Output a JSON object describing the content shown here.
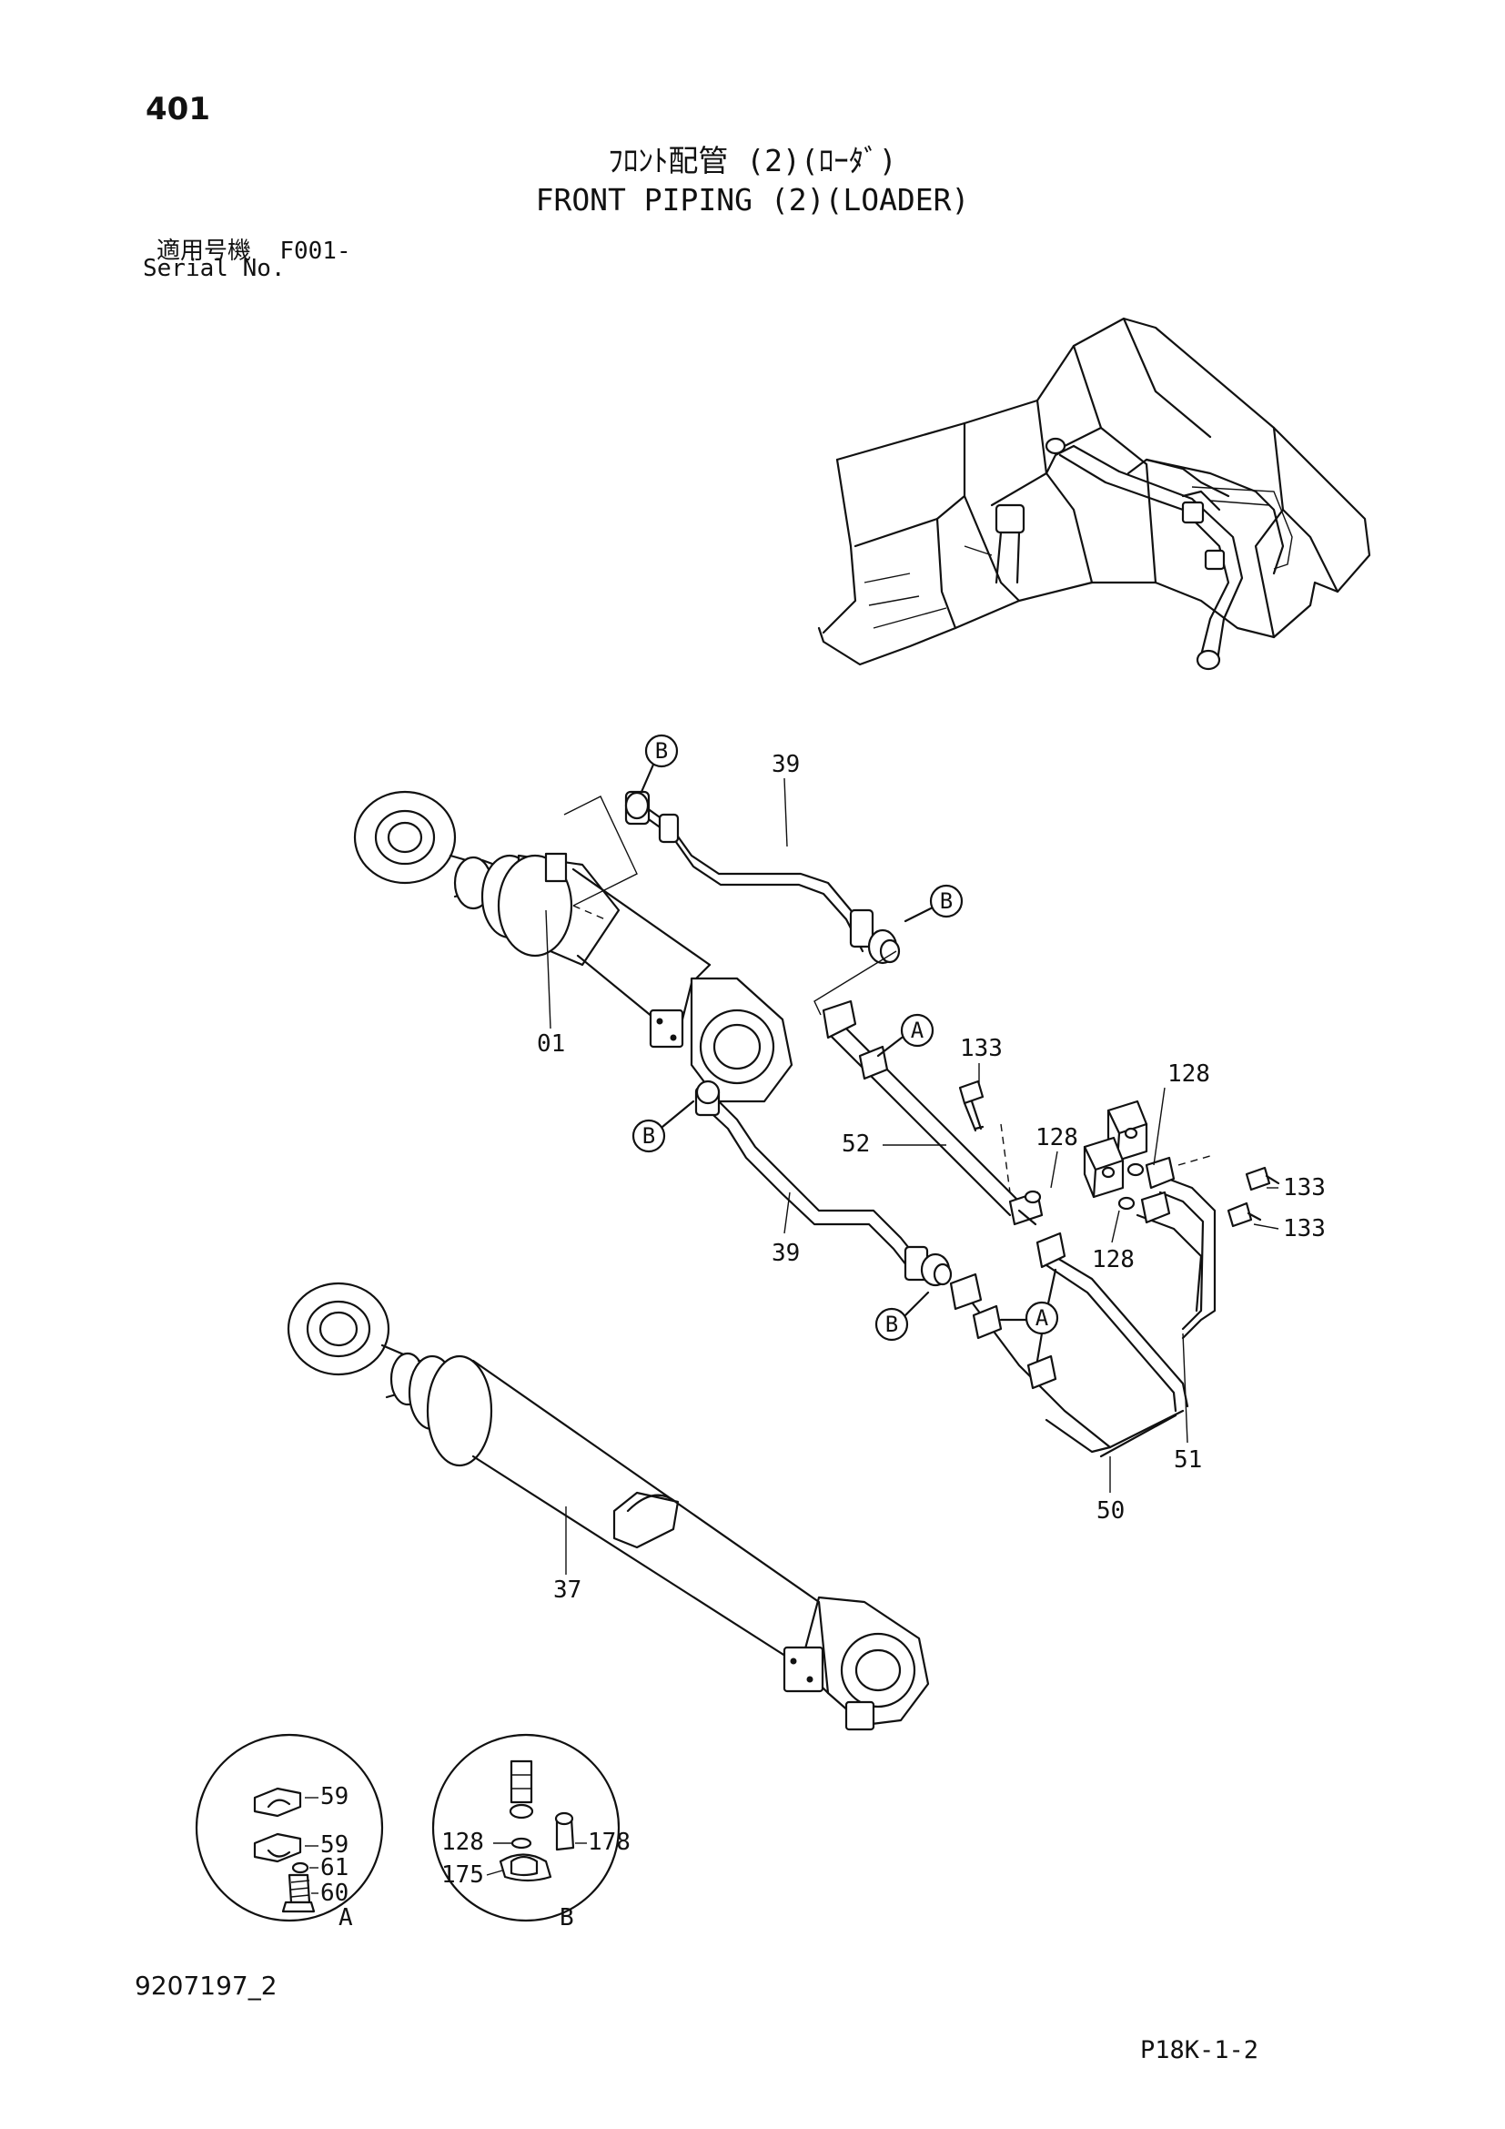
{
  "header": {
    "page_number": "401",
    "title_jp": "ﾌﾛﾝﾄ配管 (2)(ﾛｰﾀﾞ)",
    "title_en": "FRONT PIPING (2)(LOADER)",
    "serial_label_jp": "適用号機",
    "serial_value": "F001-",
    "serial_label_en": "Serial No."
  },
  "footer": {
    "doc_id": "9207197_2",
    "page_code": "P18K-1-2"
  },
  "callouts": {
    "a": "A",
    "b": "B"
  },
  "parts": {
    "p01": "01",
    "p37": "37",
    "p39": "39",
    "p50": "50",
    "p51": "51",
    "p52": "52",
    "p59": "59",
    "p60": "60",
    "p61": "61",
    "p128": "128",
    "p133": "133",
    "p175": "175",
    "p178": "178"
  },
  "details": {
    "a": "A",
    "b": "B"
  }
}
